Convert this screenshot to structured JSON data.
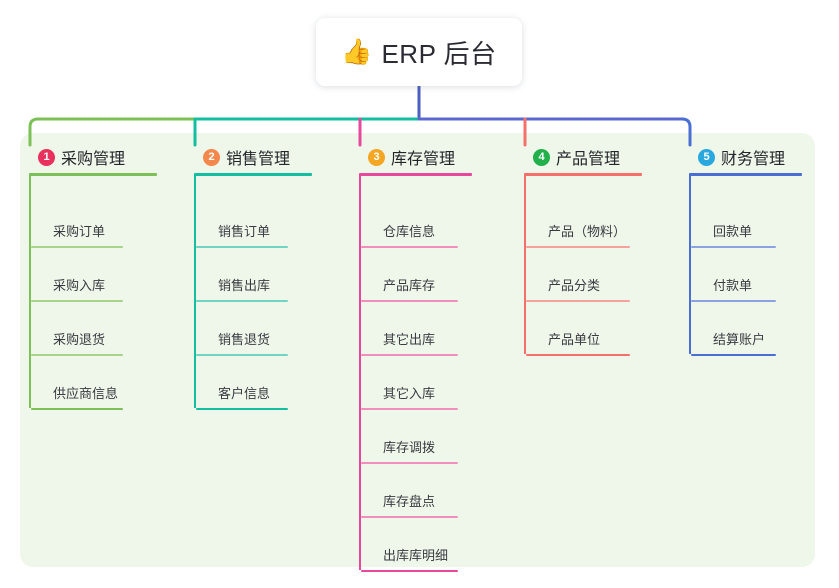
{
  "root": {
    "icon": "thumbs-up-icon",
    "icon_glyph": "👍",
    "title": "ERP 后台"
  },
  "theme": {
    "panel_bg": "#eef7e9",
    "page_bg": "#ffffff",
    "root_stem": "#4a5fc1",
    "bar_left": "#7cc057",
    "bar_mid": "#13bfa0",
    "bar_right": "#5b68cf"
  },
  "branches": [
    {
      "number": "1",
      "label": "采购管理",
      "badge_color": "#e8315c",
      "line_color": "#7cc057",
      "leaf_line_color": "#a7d48a",
      "drop_color": "#7cc057",
      "rule_width": 128,
      "items": [
        {
          "label": "采购订单"
        },
        {
          "label": "采购入库"
        },
        {
          "label": "采购退货"
        },
        {
          "label": "供应商信息"
        }
      ]
    },
    {
      "number": "2",
      "label": "销售管理",
      "badge_color": "#f4874b",
      "line_color": "#13bfa0",
      "leaf_line_color": "#72d4c2",
      "drop_color": "#13bfa0",
      "rule_width": 118,
      "items": [
        {
          "label": "销售订单"
        },
        {
          "label": "销售出库"
        },
        {
          "label": "销售退货"
        },
        {
          "label": "客户信息"
        }
      ]
    },
    {
      "number": "3",
      "label": "库存管理",
      "badge_color": "#f5a623",
      "line_color": "#e8479c",
      "leaf_line_color": "#f08fbe",
      "drop_color": "#e8479c",
      "rule_width": 113,
      "items": [
        {
          "label": "仓库信息"
        },
        {
          "label": "产品库存"
        },
        {
          "label": "其它出库"
        },
        {
          "label": "其它入库"
        },
        {
          "label": "库存调拨"
        },
        {
          "label": "库存盘点"
        },
        {
          "label": "出库库明细"
        }
      ]
    },
    {
      "number": "4",
      "label": "产品管理",
      "badge_color": "#22b04a",
      "line_color": "#f4706b",
      "leaf_line_color": "#f5a19c",
      "drop_color": "#f4706b",
      "rule_width": 118,
      "items": [
        {
          "label": "产品（物料）"
        },
        {
          "label": "产品分类"
        },
        {
          "label": "产品单位"
        }
      ]
    },
    {
      "number": "5",
      "label": "财务管理",
      "badge_color": "#29a8e0",
      "line_color": "#4a6fd4",
      "leaf_line_color": "#8aa3e0",
      "drop_color": "#4a6fd4",
      "rule_width": 113,
      "items": [
        {
          "label": "回款单"
        },
        {
          "label": "付款单"
        },
        {
          "label": "结算账户"
        }
      ]
    }
  ]
}
